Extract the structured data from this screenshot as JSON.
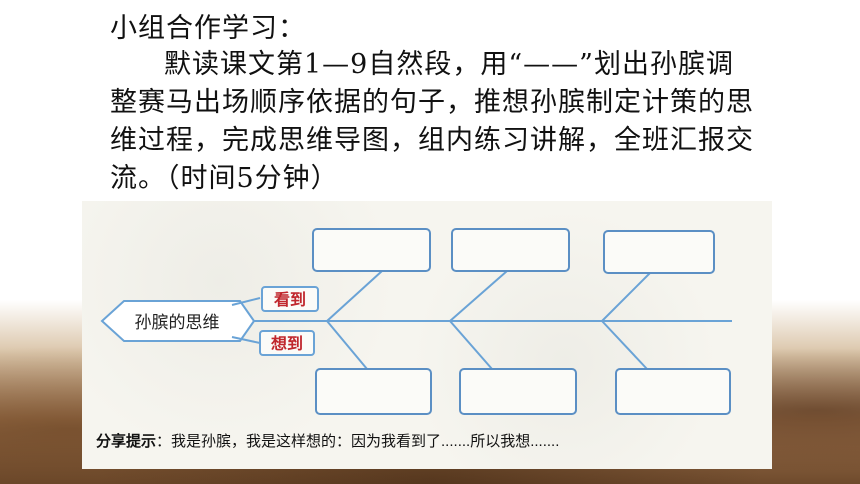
{
  "heading": "小组合作学习：",
  "paragraph": "默读课文第1—9自然段，用“——”划出孙膑调整赛马出场顺序依据的句子，推想孙膑制定计策的思维过程，完成思维导图，组内练习讲解，全班汇报交流。（时间5分钟）",
  "diagram": {
    "head_label": "孙膑的思维",
    "upper_tag": "看到",
    "lower_tag": "想到",
    "colors": {
      "line": "#6aa3d6",
      "box": "#5b8fc4",
      "tag_text": "#c0272d"
    }
  },
  "share": {
    "label": "分享提示",
    "text": "：我是孙膑，我是这样想的：因为我看到了.......所以我想......."
  }
}
